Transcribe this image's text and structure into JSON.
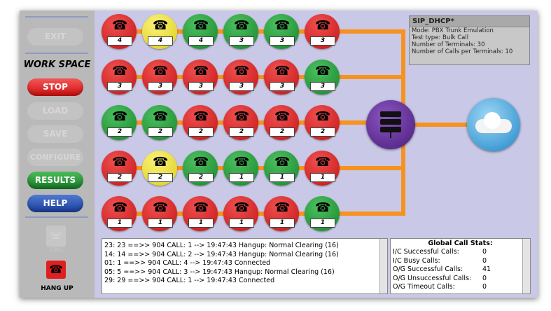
{
  "sidebar": {
    "exit": "EXIT",
    "workspace_title": "WORK SPACE",
    "stop": "STOP",
    "load": "LOAD",
    "save": "SAVE",
    "configure": "CONFIGURE",
    "results": "RESULTS",
    "help": "HELP",
    "call": "CALL",
    "hang_up": "HANG UP"
  },
  "colors": {
    "red": "#d42020",
    "green": "#22a23a",
    "yellow": "#e8dc28",
    "wire": "#f7921e",
    "server": "#5a2a8c"
  },
  "terminals": [
    [
      "red",
      "4"
    ],
    [
      "yellow",
      "4"
    ],
    [
      "green",
      "4"
    ],
    [
      "green",
      "3"
    ],
    [
      "green",
      "3"
    ],
    [
      "red",
      "3"
    ],
    [
      "red",
      "3"
    ],
    [
      "red",
      "3"
    ],
    [
      "red",
      "3"
    ],
    [
      "red",
      "3"
    ],
    [
      "red",
      "3"
    ],
    [
      "green",
      "3"
    ],
    [
      "green",
      "2"
    ],
    [
      "green",
      "2"
    ],
    [
      "red",
      "2"
    ],
    [
      "red",
      "2"
    ],
    [
      "red",
      "2"
    ],
    [
      "red",
      "2"
    ],
    [
      "red",
      "2"
    ],
    [
      "yellow",
      "2"
    ],
    [
      "green",
      "2"
    ],
    [
      "green",
      "1"
    ],
    [
      "green",
      "1"
    ],
    [
      "red",
      "1"
    ],
    [
      "red",
      "1"
    ],
    [
      "red",
      "1"
    ],
    [
      "red",
      "1"
    ],
    [
      "red",
      "1"
    ],
    [
      "red",
      "1"
    ],
    [
      "green",
      "1"
    ]
  ],
  "info": {
    "title": "SIP_DHCP*",
    "lines": [
      "Mode: PBX Trunk Emulation",
      "Test type: Bulk Call",
      "Number of Terminals: 30",
      "Number of Calls per Terminals: 10"
    ]
  },
  "log": [
    "23:  23 ==>> 904 CALL: 1 --> 19:47:43 Hangup: Normal Clearing (16)",
    "14:  14 ==>> 904 CALL: 2 --> 19:47:43 Hangup: Normal Clearing (16)",
    "01:  1 ==>> 904 CALL: 4 --> 19:47:43 Connected",
    "05:  5 ==>> 904 CALL: 3 --> 19:47:43 Hangup: Normal Clearing (16)",
    "29:  29 ==>> 904 CALL: 1 --> 19:47:43 Connected"
  ],
  "stats": {
    "title": "Global Call Stats:",
    "rows": [
      [
        "I/C Successful Calls:",
        "0"
      ],
      [
        "I/C Busy Calls:",
        "0"
      ],
      [
        "O/G Successful Calls:",
        "41"
      ],
      [
        "O/G Unsuccessful Calls:",
        "0"
      ],
      [
        "O/G Timeout Calls:",
        "0"
      ]
    ]
  }
}
